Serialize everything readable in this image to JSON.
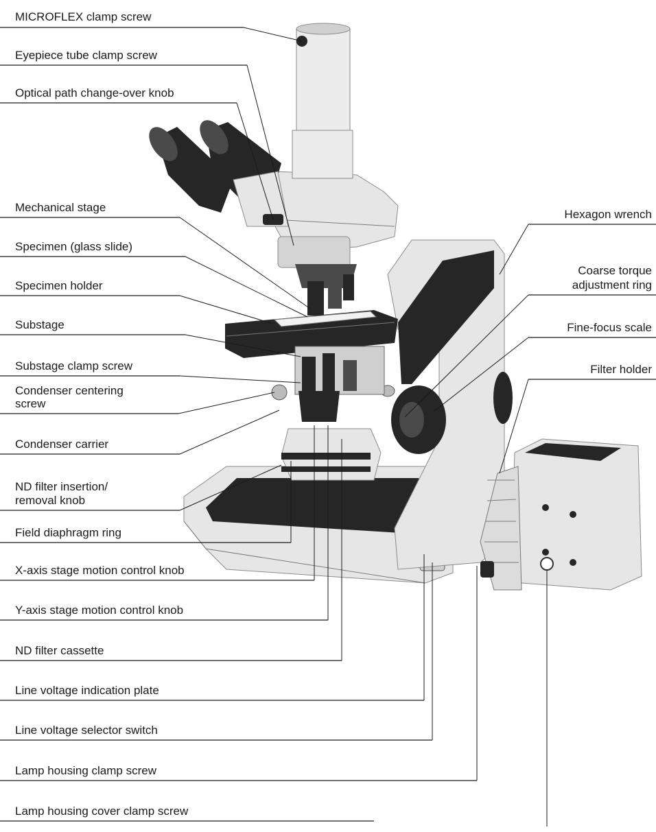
{
  "labels_left": [
    "MICROFLEX clamp screw",
    "Eyepiece tube clamp screw",
    "Optical path change-over knob",
    "Mechanical stage",
    "Specimen (glass slide)",
    "Specimen holder",
    "Substage",
    "Substage clamp screw",
    "Condenser centering",
    "screw",
    "Condenser carrier",
    "ND filter insertion/",
    "removal knob",
    "Field diaphragm ring",
    "X-axis stage motion control knob",
    "Y-axis stage motion control knob",
    "ND filter cassette",
    "Line voltage indication plate",
    "Line voltage selector switch",
    "Lamp housing clamp screw",
    "Lamp housing cover clamp screw"
  ],
  "labels_right": [
    "Hexagon wrench",
    "Coarse torque",
    "adjustment ring",
    "Fine-focus scale",
    "Filter holder"
  ],
  "colors": {
    "text": "#1a1a1a",
    "line": "#1a1a1a",
    "body": "#e6e6e6",
    "dark": "#262626"
  }
}
